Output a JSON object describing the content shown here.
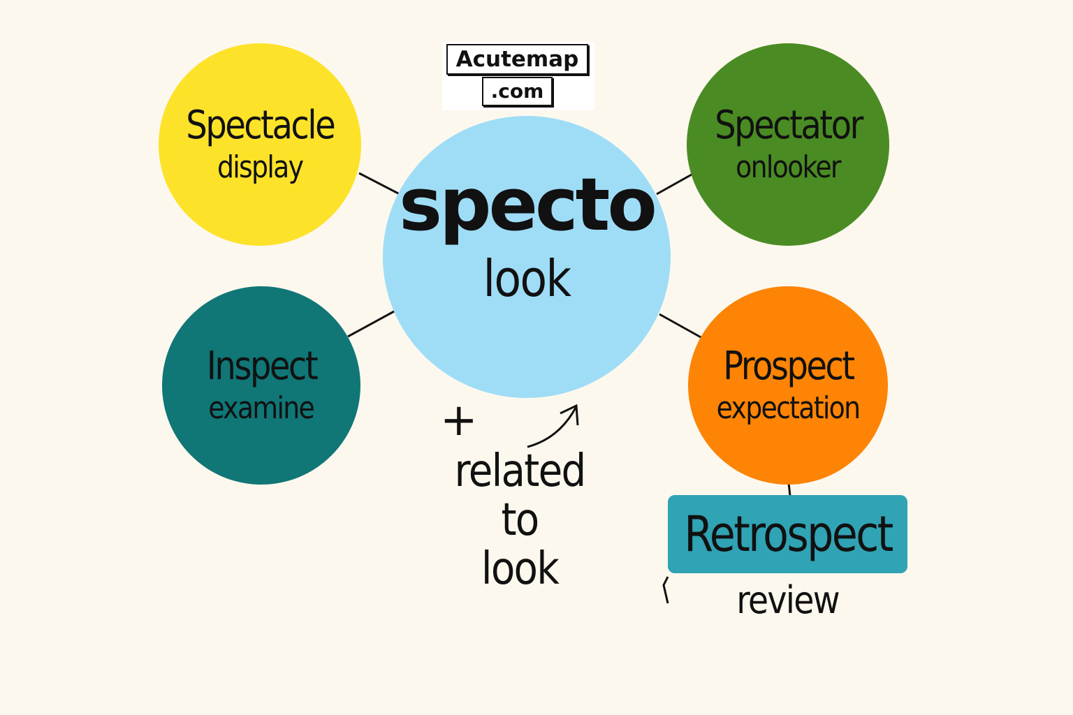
{
  "logo": {
    "line1": "Acutemap",
    "line2": ".com"
  },
  "center": {
    "root": "specto",
    "meaning": "look"
  },
  "nodes": [
    {
      "word": "Spectacle",
      "meaning": "display",
      "color": "#fde22a"
    },
    {
      "word": "Spectator",
      "meaning": "onlooker",
      "color": "#4a8c23"
    },
    {
      "word": "Inspect",
      "meaning": "examine",
      "color": "#107676"
    },
    {
      "word": "Prospect",
      "meaning": "expectation",
      "color": "#fd8405"
    }
  ],
  "annotation": {
    "plus": "+",
    "line1": "related to",
    "line2": "look"
  },
  "retrospect": {
    "word": "Retrospect",
    "meaning": "review",
    "color": "#30a3b4"
  },
  "colors": {
    "background": "#fdf8ee",
    "center": "#9fddf7"
  }
}
